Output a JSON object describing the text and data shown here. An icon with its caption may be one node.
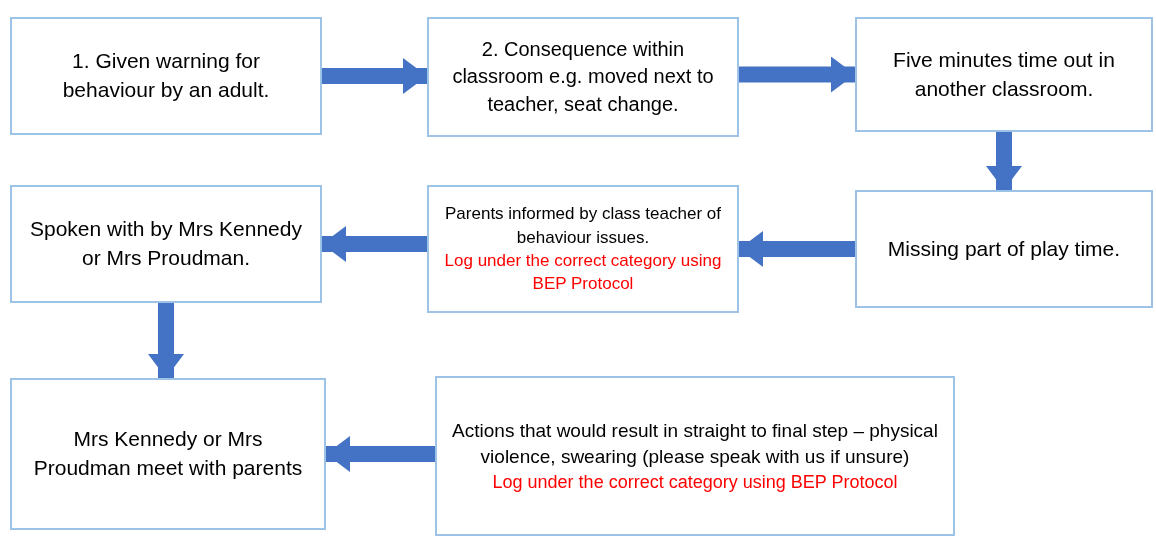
{
  "diagram": {
    "nodes": [
      {
        "text": [
          "1. Given warning for behaviour by an adult."
        ]
      },
      {
        "text": [
          "2. Consequence within classroom e.g. moved next to teacher, seat change."
        ]
      },
      {
        "text": [
          "Five minutes time out in another classroom."
        ]
      },
      {
        "text": [
          "Missing part of play time."
        ]
      },
      {
        "text": [
          "Parents informed by class teacher of behaviour issues.",
          "Log under the correct category using BEP Protocol"
        ]
      },
      {
        "text": [
          "Spoken with by Mrs Kennedy or Mrs Proudman."
        ]
      },
      {
        "text": [
          "Mrs Kennedy or Mrs Proudman meet with parents"
        ]
      },
      {
        "text": [
          "Actions that would result in straight to final step – physical violence, swearing (please speak with us if unsure)",
          "Log under the correct category using BEP Protocol"
        ]
      }
    ],
    "edges": [
      {
        "from": 0,
        "to": 1,
        "arrow": "to"
      },
      {
        "from": 1,
        "to": 2,
        "arrow": "to"
      },
      {
        "from": 2,
        "to": 3,
        "arrow": "to"
      },
      {
        "from": 3,
        "to": 4,
        "arrow": "to"
      },
      {
        "from": 4,
        "to": 5,
        "arrow": "to"
      },
      {
        "from": 5,
        "to": 6,
        "arrow": "to"
      },
      {
        "from": 7,
        "to": 6,
        "arrow": "to"
      }
    ]
  }
}
